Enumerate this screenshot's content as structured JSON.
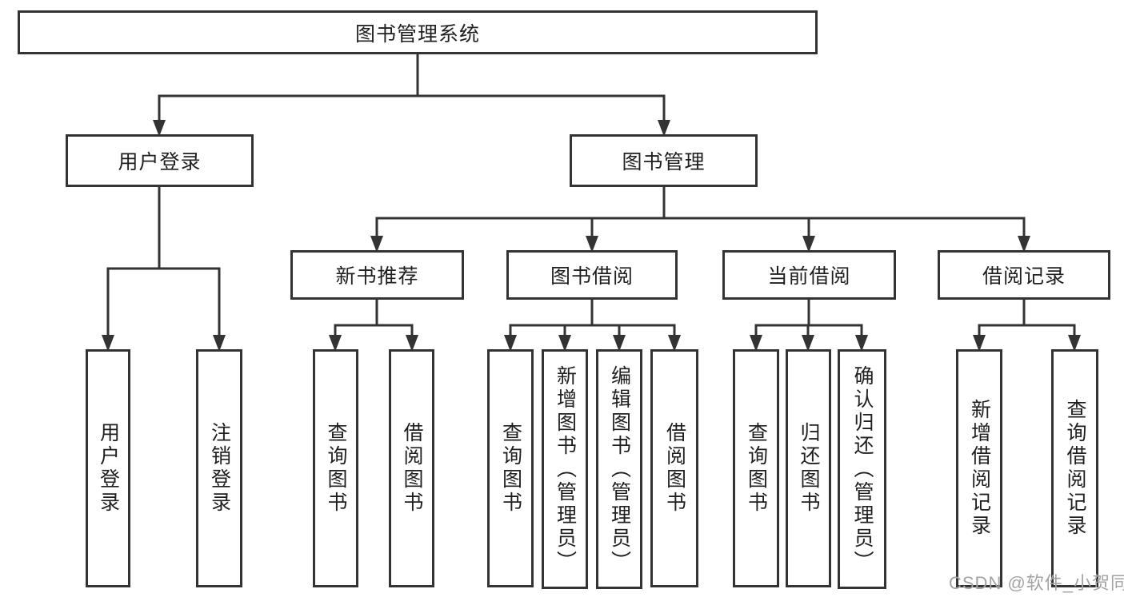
{
  "tree": {
    "root": {
      "label": "图书管理系统",
      "children": [
        {
          "label": "用户登录",
          "children": [
            {
              "label": "用户登录"
            },
            {
              "label": "注销登录"
            }
          ]
        },
        {
          "label": "图书管理",
          "children": [
            {
              "label": "新书推荐",
              "children": [
                {
                  "label": "查询图书"
                },
                {
                  "label": "借阅图书"
                }
              ]
            },
            {
              "label": "图书借阅",
              "children": [
                {
                  "label": "查询图书"
                },
                {
                  "label": "新增图书（管理员）"
                },
                {
                  "label": "编辑图书（管理员）"
                },
                {
                  "label": "借阅图书"
                }
              ]
            },
            {
              "label": "当前借阅",
              "children": [
                {
                  "label": "查询图书"
                },
                {
                  "label": "归还图书"
                },
                {
                  "label": "确认归还（管理员）"
                }
              ]
            },
            {
              "label": "借阅记录",
              "children": [
                {
                  "label": "新增借阅记录"
                },
                {
                  "label": "查询借阅记录"
                }
              ]
            }
          ]
        }
      ]
    }
  },
  "watermark": {
    "text": "CSDN @软件_小贺同学"
  },
  "colors": {
    "line": "#333333",
    "text": "#1f1f1f",
    "watermark": "#a3a3a3",
    "background": "#ffffff"
  }
}
